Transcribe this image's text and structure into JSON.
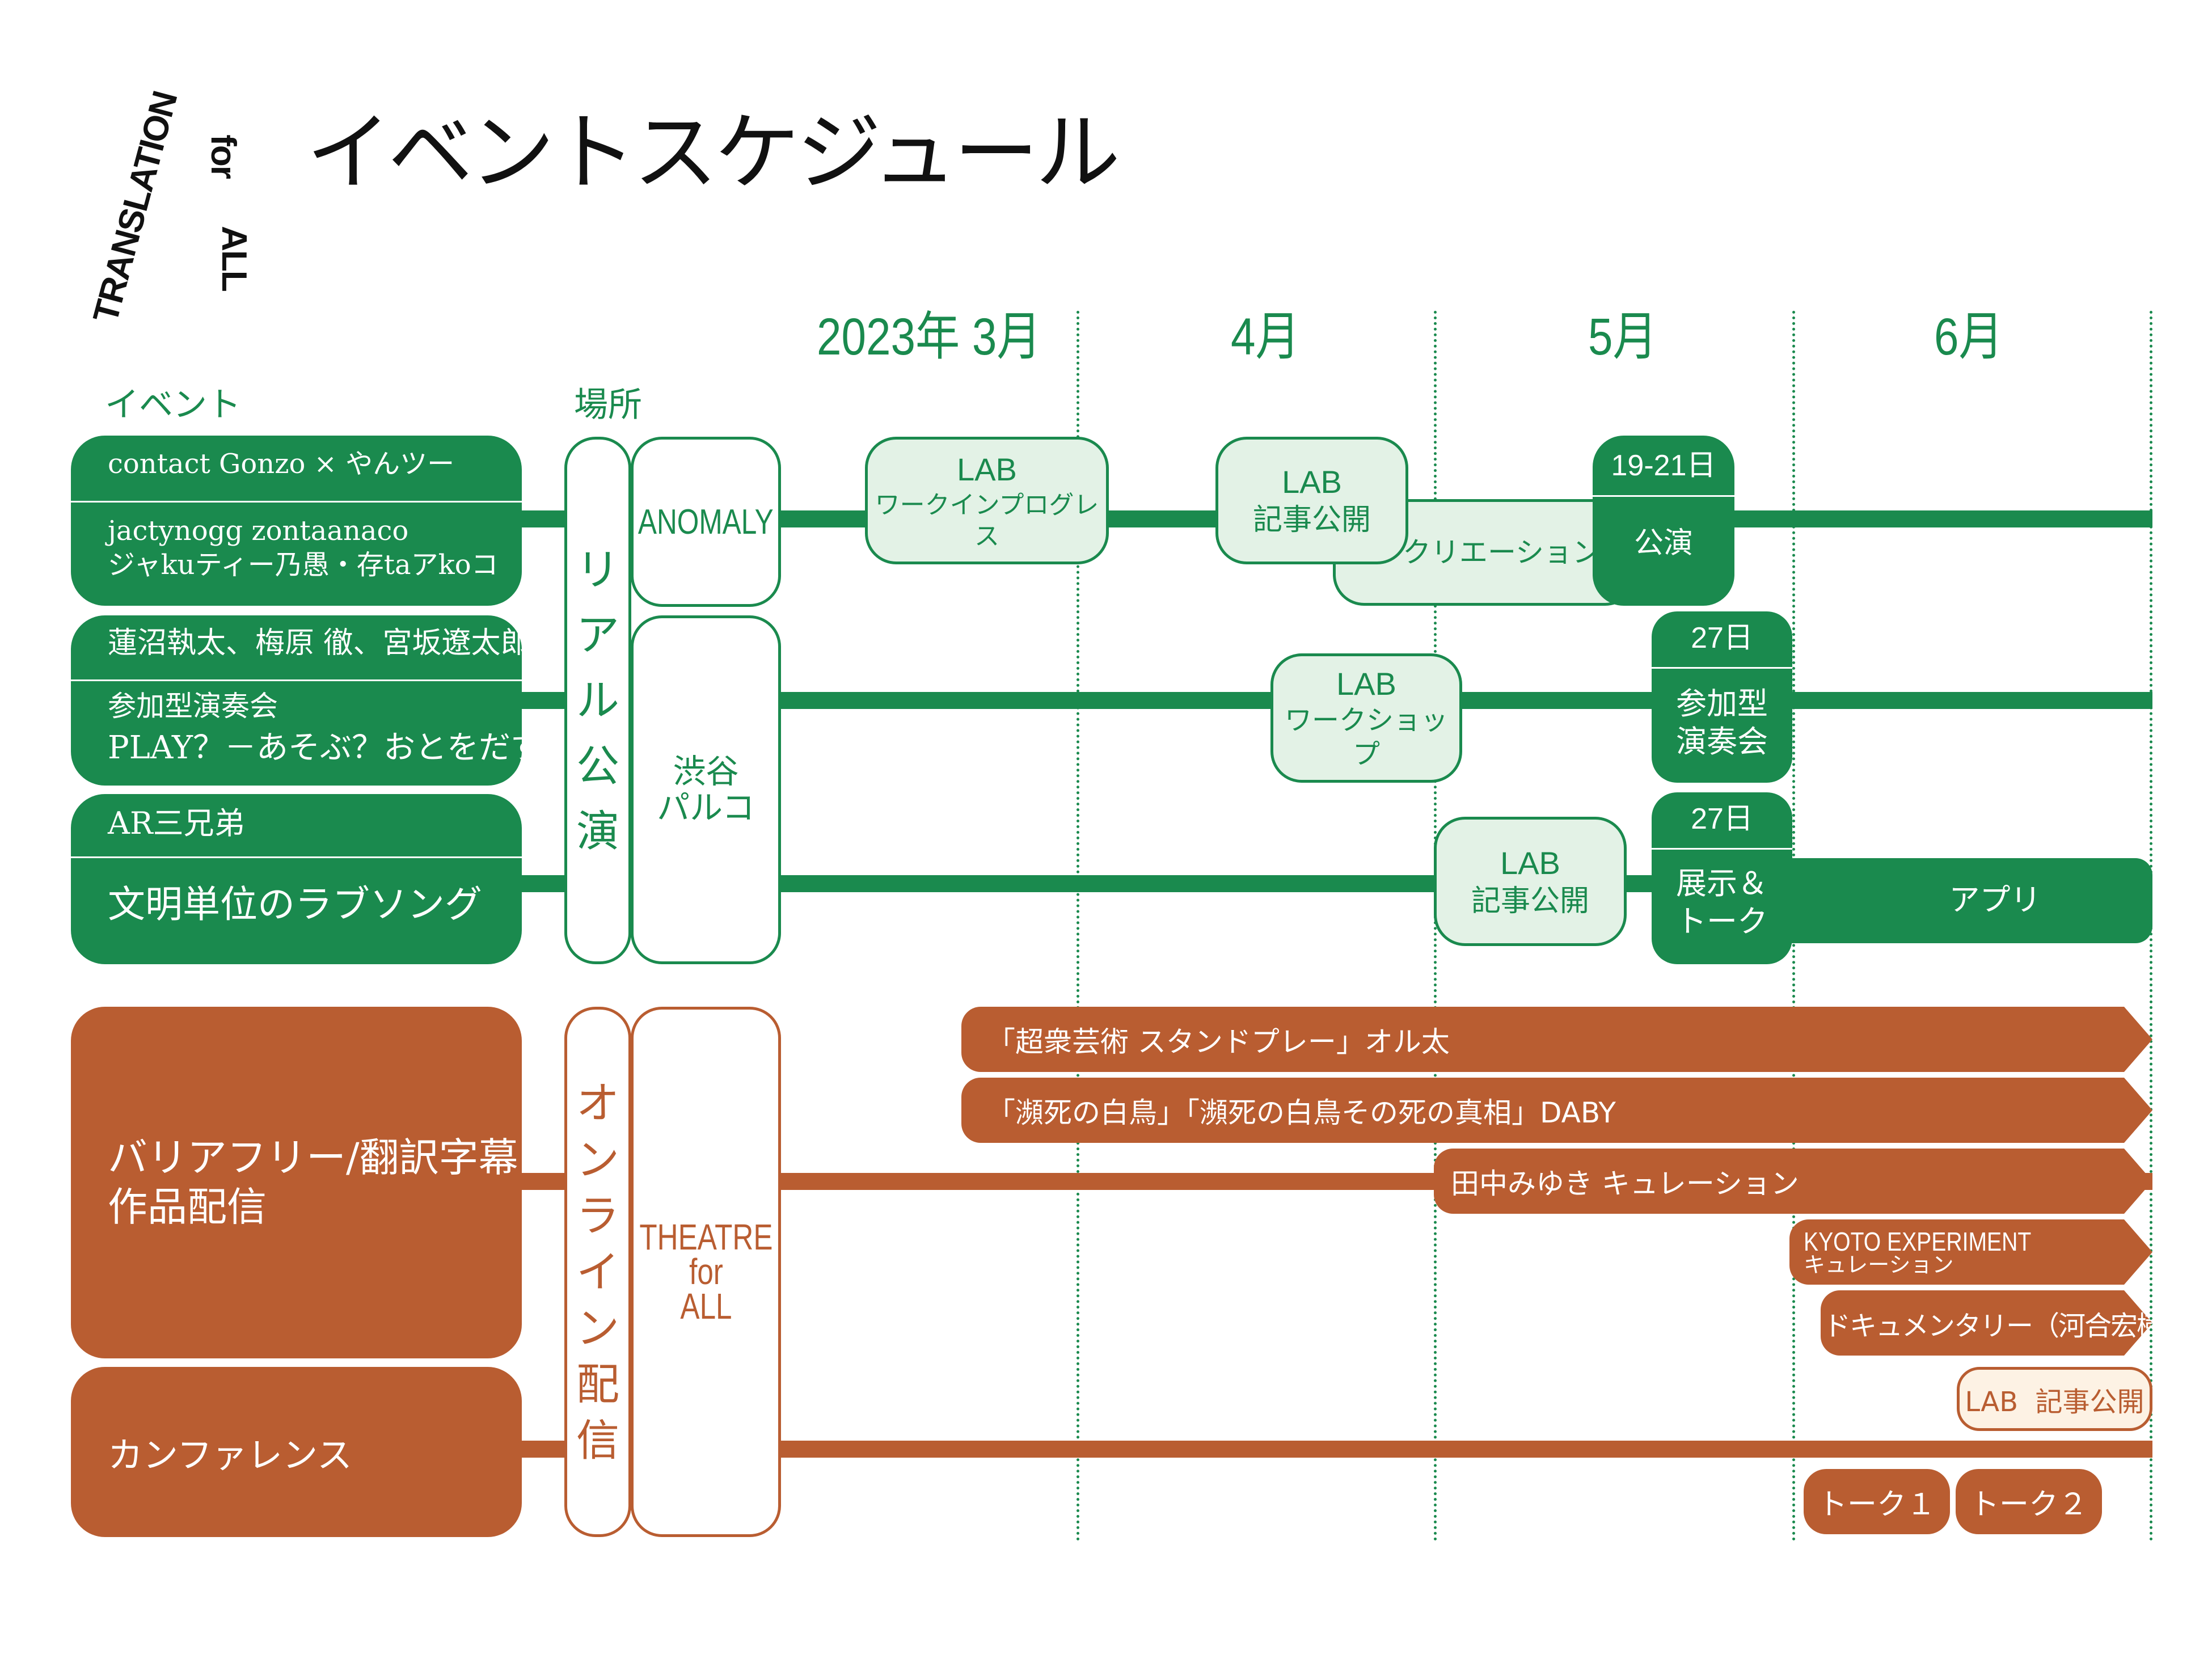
{
  "logo": {
    "line1": "TRANSLATION",
    "line2": "for",
    "line3": "ALL"
  },
  "title": "イベントスケジュール",
  "months": {
    "m1": "2023年 3月",
    "m2": "4月",
    "m3": "5月",
    "m4": "6月"
  },
  "columns": {
    "event": "イベント",
    "place": "場所"
  },
  "events": {
    "row1_top": "contact Gonzo × やんツー",
    "row1_bottom_l1": "jactynogg zontaanaco",
    "row1_bottom_l2": "ジャkuティー乃愚・存taアkoコ",
    "row2_top": "蓮沼執太、梅原 徹、宮坂遼太郎",
    "row2_bottom_l1": "参加型演奏会",
    "row2_bottom_l2": "PLAY？－あそぶ？おとをだす？",
    "row3_top": "AR三兄弟",
    "row3_bottom": "文明単位のラブソング",
    "online1_l1": "バリアフリー/翻訳字幕",
    "online1_l2": "作品配信",
    "online2": "カンファレンス"
  },
  "venues": {
    "real_chars": [
      "リ",
      "ア",
      "ル",
      "公",
      "演"
    ],
    "online_chars": [
      "オ",
      "ン",
      "ラ",
      "イ",
      "ン",
      "配",
      "信"
    ],
    "anomaly": "ANOMALY",
    "parco_l1": "渋谷",
    "parco_l2": "パルコ",
    "theatre_l1": "THEATRE",
    "theatre_l2": "for",
    "theatre_l3": "ALL"
  },
  "schedule": {
    "lab1_l1": "LAB",
    "lab1_l2": "ワークインプログレス",
    "lab2_l1": "LAB",
    "lab2_l2": "記事公開",
    "creation": "クリエーション",
    "perf_date": "19-21日",
    "perf_label": "公演",
    "lab3_l1": "LAB",
    "lab3_l2": "ワークショップ",
    "concert_date": "27日",
    "concert_l1": "参加型",
    "concert_l2": "演奏会",
    "lab4_l1": "LAB",
    "lab4_l2": "記事公開",
    "expo_date": "27日",
    "expo_l1": "展示＆",
    "expo_l2": "トーク",
    "app": "アプリ",
    "stream1": "「超衆芸術 スタンドプレー」オル太",
    "stream2": "「瀕死の白鳥」「瀕死の白鳥その死の真相」DABY",
    "stream3": "田中みゆき キュレーション",
    "stream4_l1": "KYOTO EXPERIMENT",
    "stream4_l2": "キュレーション",
    "stream5": "ドキュメンタリー（河合宏樹）",
    "lab_online": "LAB  記事公開",
    "talk1": "トーク１",
    "talk2": "トーク２"
  },
  "colors": {
    "green": "#1a8a4e",
    "orange": "#b95d31",
    "lab_fill": "#e3f2e6",
    "lab_orange_fill": "#fdf2e4"
  }
}
